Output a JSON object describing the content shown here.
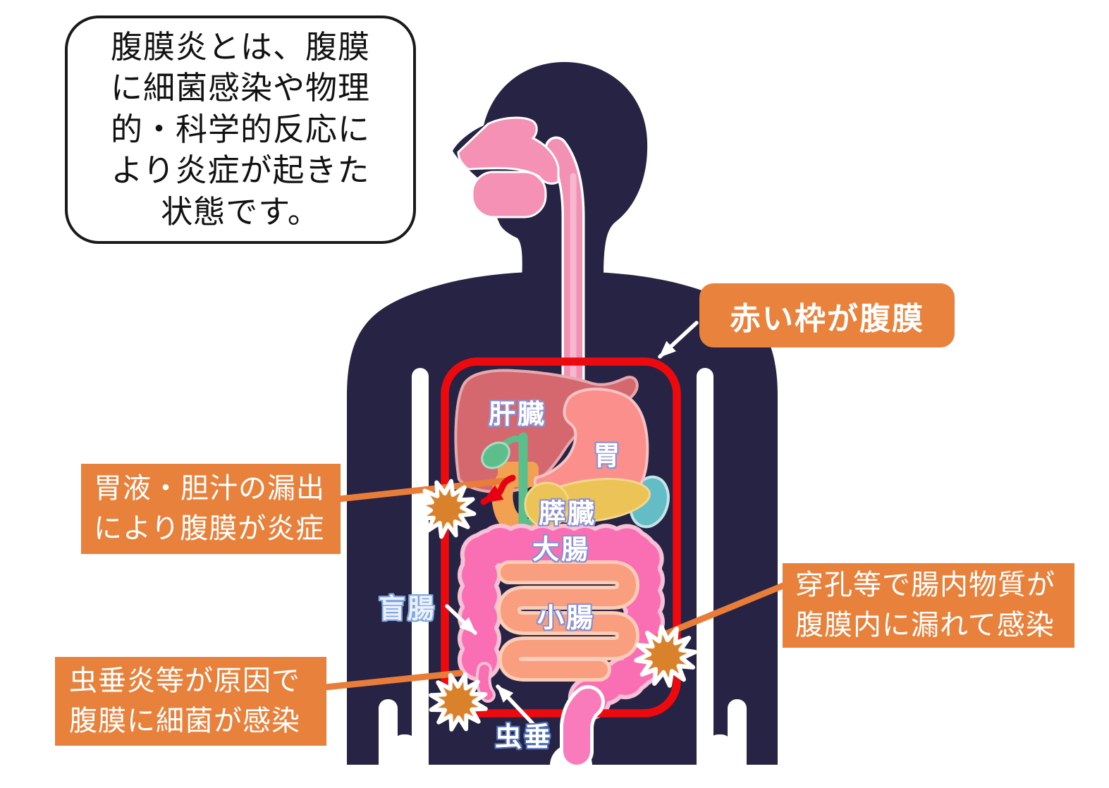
{
  "bubble": {
    "lines": [
      "腹膜炎とは、腹膜",
      "に細菌感染や物理",
      "的・科学的反応に",
      "より炎症が起きた",
      "状態です。"
    ]
  },
  "frame_label": "赤い枠が腹膜",
  "organ_labels": {
    "liver": "肝臓",
    "stomach": "胃",
    "pancreas": "膵臓",
    "large_intestine": "大腸",
    "small_intestine": "小腸",
    "cecum": "盲腸",
    "appendix": "虫垂"
  },
  "callouts": {
    "gastric_leak": {
      "lines": [
        "胃液・胆汁の漏出",
        "により腹膜が炎症"
      ]
    },
    "perforation": {
      "lines": [
        "穿孔等で腸内物質が",
        "腹膜内に漏れて感染"
      ]
    },
    "appendicitis": {
      "lines": [
        "虫垂炎等が原因で",
        "腹膜に細菌が感染"
      ]
    }
  },
  "colors": {
    "body_silhouette": "#262344",
    "callout_orange": "#E8813B",
    "peritoneum_red": "#ED0A0F",
    "starburst_orange": "#D9822B",
    "connector_orange": "#E87D3A"
  }
}
